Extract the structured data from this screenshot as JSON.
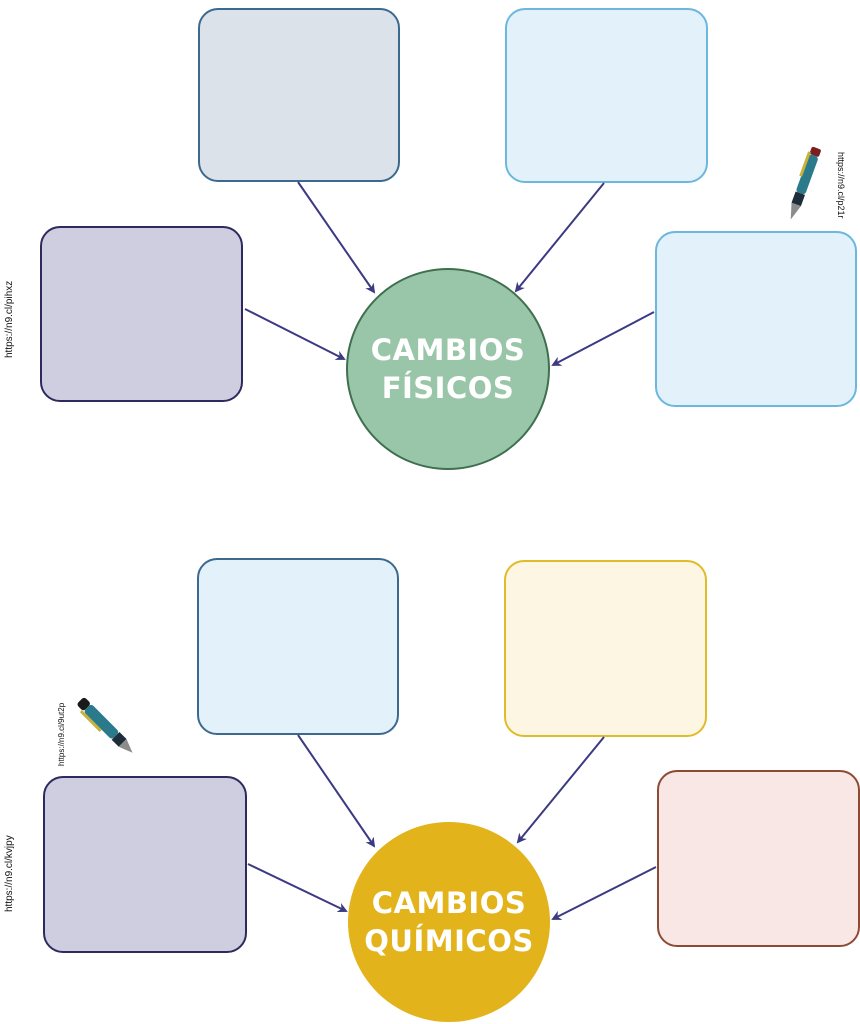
{
  "fisicos": {
    "line1": "CAMBIOS",
    "line2": "FÍSICOS",
    "fill": "#99c6a8",
    "stroke": "#3f6f4e"
  },
  "quimicos": {
    "line1": "CAMBIOS",
    "line2": "QUÍMICOS",
    "fill": "#e3b31c",
    "stroke": "#e3b31c"
  },
  "links": {
    "top_left": "https://n9.cl/pihxz",
    "top_right": "https://n9.cl/p21r",
    "bottom_pen": "https://n9.cl/9ut2p",
    "bottom_left": "https://n9.cl/kvjpy"
  },
  "colors": {
    "arrow": "#3b3a82",
    "gray_box": "#dce2ea",
    "gray_box_border": "#3c6a8e",
    "light_blue_box": "#e3f1fb",
    "light_blue_border": "#6bb7dd",
    "lavender_box": "#cfcde0",
    "lavender_border": "#2d2a5e",
    "yellow_box": "#fdf6e2",
    "yellow_border": "#e0bb2a",
    "pink_box": "#f8e7e4",
    "pink_border": "#8d4a35"
  },
  "icons": [
    "pen-icon",
    "pen-icon"
  ]
}
